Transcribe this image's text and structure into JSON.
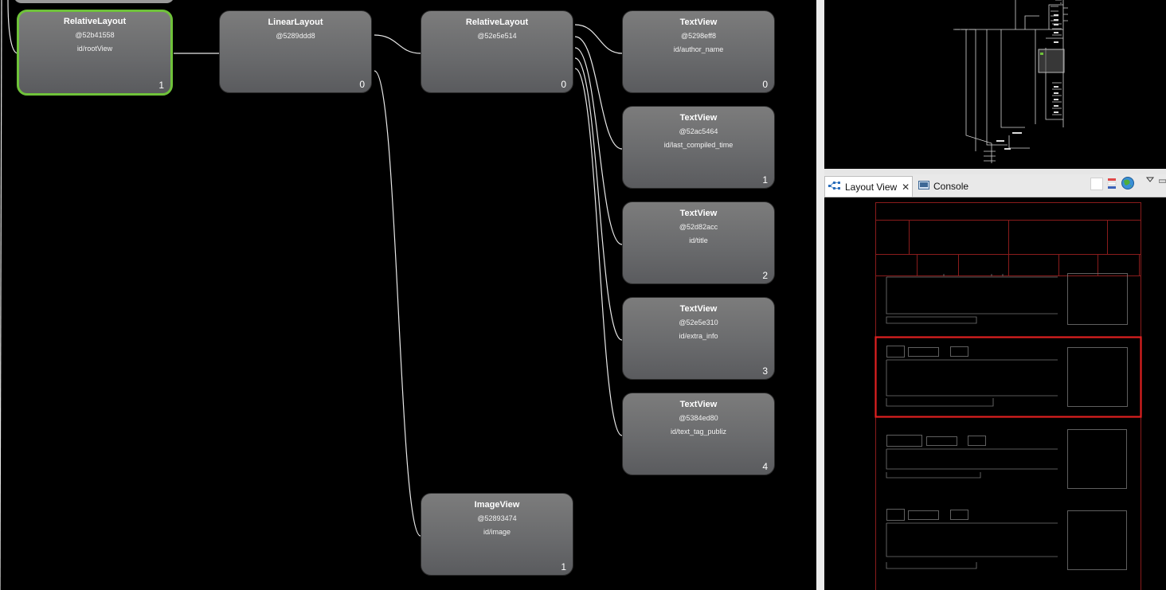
{
  "hierarchy": {
    "nodes": {
      "root": {
        "type": "RelativeLayout",
        "hash": "@52b41558",
        "id": "id/rootView",
        "index": "1"
      },
      "linear": {
        "type": "LinearLayout",
        "hash": "@5289ddd8",
        "id": "",
        "index": "0"
      },
      "relative": {
        "type": "RelativeLayout",
        "hash": "@52e5e514",
        "id": "",
        "index": "0"
      },
      "author": {
        "type": "TextView",
        "hash": "@5298eff8",
        "id": "id/author_name",
        "index": "0"
      },
      "compiled": {
        "type": "TextView",
        "hash": "@52ac5464",
        "id": "id/last_compiled_time",
        "index": "1"
      },
      "title": {
        "type": "TextView",
        "hash": "@52d82acc",
        "id": "id/title",
        "index": "2"
      },
      "extra": {
        "type": "TextView",
        "hash": "@52e5e310",
        "id": "id/extra_info",
        "index": "3"
      },
      "tag": {
        "type": "TextView",
        "hash": "@5384ed80",
        "id": "id/text_tag_publiz",
        "index": "4"
      },
      "image": {
        "type": "ImageView",
        "hash": "@52893474",
        "id": "id/image",
        "index": "1"
      }
    }
  },
  "tabs": {
    "layout_view": "Layout View",
    "console": "Console"
  },
  "colors": {
    "selected_node_border": "#6fc23a",
    "selected_wireframe": "#e02020",
    "wireframe": "#8a1c1c",
    "overview_selection": "#b8b8b8"
  },
  "icons": {
    "layout_tab": "tree-icon",
    "console_tab": "console-icon",
    "close": "close-icon",
    "toolbar": [
      "white-square-icon",
      "color-swatch-icon",
      "globe-icon",
      "view-menu-icon",
      "minimize-icon"
    ]
  }
}
